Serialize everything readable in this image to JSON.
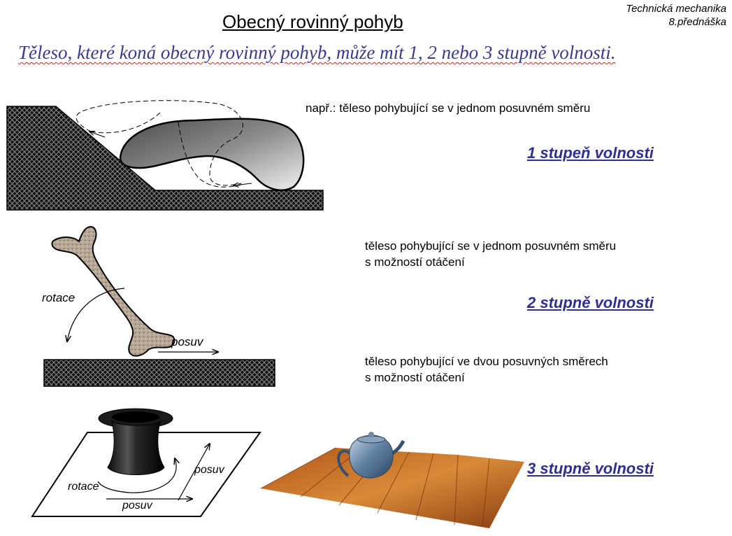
{
  "header": {
    "title": "Obecný rovinný pohyb",
    "course": "Technická mechanika",
    "lecture": "8.přednáška"
  },
  "subtitle": "Těleso, které koná obecný rovinný pohyb, může mít 1, 2 nebo 3 stupně volnosti.",
  "cases": [
    {
      "description_lines": [
        "např.: těleso pohybující se v jednom posuvném směru"
      ],
      "dof_label": "1 stupeň volnosti"
    },
    {
      "description_lines": [
        "těleso pohybující se v jednom posuvném směru",
        "s možností otáčení"
      ],
      "dof_label": "2 stupně volnosti",
      "figure_labels": {
        "rotation": "rotace",
        "translation": "posuv"
      }
    },
    {
      "description_lines": [
        "těleso pohybující ve dvou posuvných směrech",
        "s možností otáčení"
      ],
      "dof_label": "3 stupně volnosti",
      "figure_labels": {
        "rotation": "rotace",
        "translation_1": "posuv",
        "translation_2": "posuv"
      }
    }
  ]
}
